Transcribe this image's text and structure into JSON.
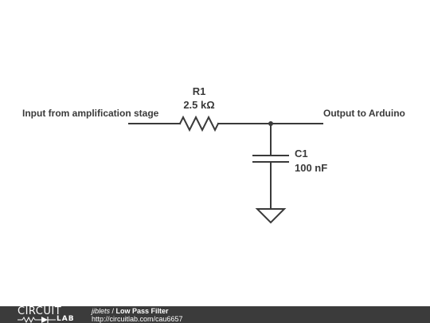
{
  "components": {
    "r1": {
      "ref": "R1",
      "value": "2.5 kΩ"
    },
    "c1": {
      "ref": "C1",
      "value": "100 nF"
    }
  },
  "nets": {
    "input_label": "Input from amplification stage",
    "output_label": "Output to Arduino"
  },
  "footer": {
    "logo_top": "CIRCUIT",
    "logo_bottom": "LAB",
    "author": "jiblets",
    "separator": " / ",
    "title": "Low Pass Filter",
    "url": "http://circuitlab.com/cau6657"
  },
  "colors": {
    "wire": "#3a3a3a",
    "footer_bg": "#3b3b3b",
    "footer_text": "#ffffff"
  }
}
